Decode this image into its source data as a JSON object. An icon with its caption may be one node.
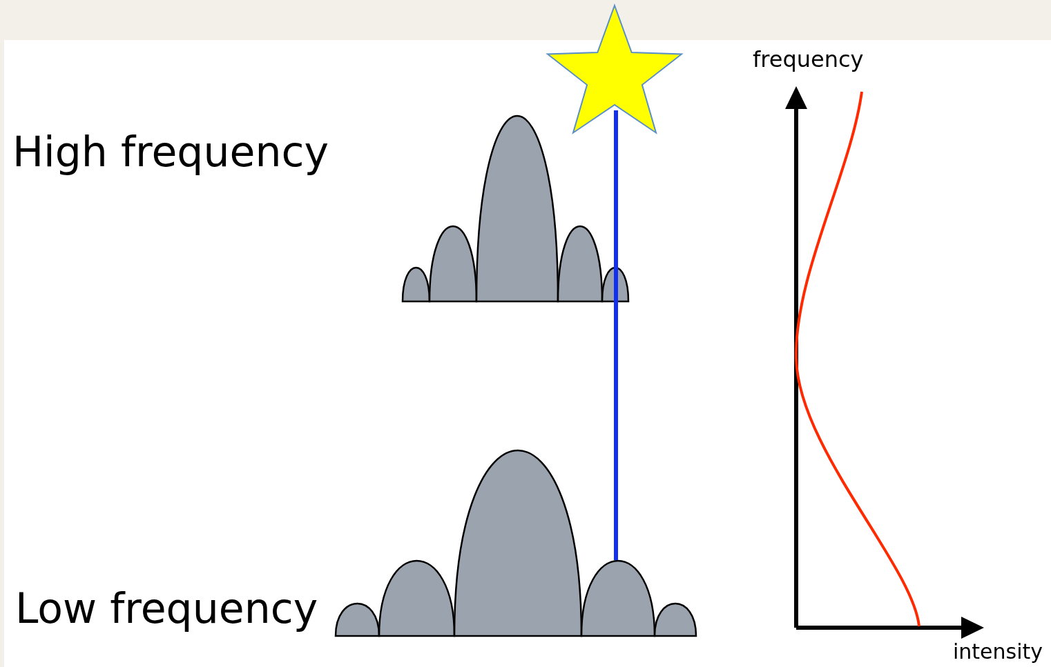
{
  "diagram": {
    "labels": [
      "High frequency",
      "Low frequency",
      "frequency",
      "intensity"
    ]
  }
}
